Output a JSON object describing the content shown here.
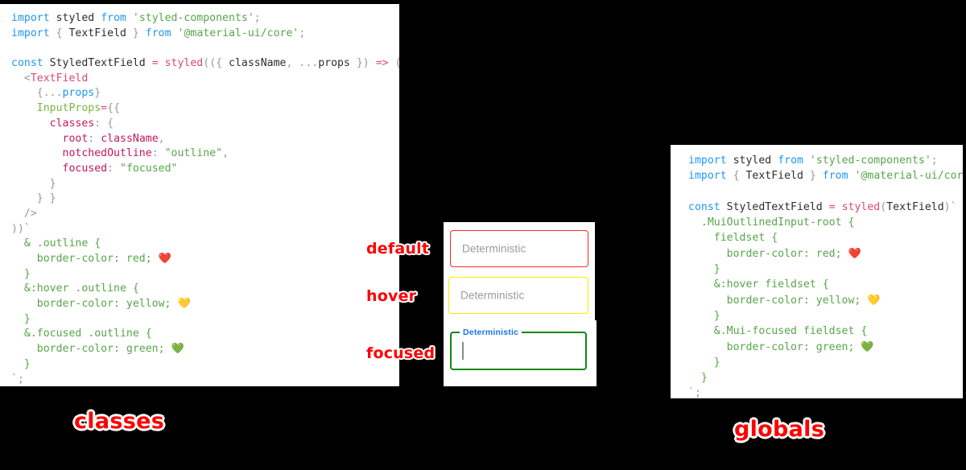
{
  "background_color": "#000000",
  "panels": {
    "left": {
      "name": "classes",
      "caption": "classes",
      "background": "#ffffff",
      "code_lines": [
        [
          {
            "t": "import",
            "c": "kw"
          },
          {
            "t": " ",
            "c": "punc"
          },
          {
            "t": "styled",
            "c": "id"
          },
          {
            "t": " ",
            "c": "punc"
          },
          {
            "t": "from",
            "c": "kw"
          },
          {
            "t": " ",
            "c": "punc"
          },
          {
            "t": "'styled-components'",
            "c": "str"
          },
          {
            "t": ";",
            "c": "punc"
          }
        ],
        [
          {
            "t": "import",
            "c": "kw"
          },
          {
            "t": " ",
            "c": "punc"
          },
          {
            "t": "{",
            "c": "punc"
          },
          {
            "t": " TextField ",
            "c": "id"
          },
          {
            "t": "}",
            "c": "punc"
          },
          {
            "t": " ",
            "c": "punc"
          },
          {
            "t": "from",
            "c": "kw"
          },
          {
            "t": " ",
            "c": "punc"
          },
          {
            "t": "'@material-ui/core'",
            "c": "str"
          },
          {
            "t": ";",
            "c": "punc"
          }
        ],
        [],
        [
          {
            "t": "const",
            "c": "kw"
          },
          {
            "t": " ",
            "c": "punc"
          },
          {
            "t": "StyledTextField",
            "c": "id"
          },
          {
            "t": " ",
            "c": "punc"
          },
          {
            "t": "=",
            "c": "op"
          },
          {
            "t": " ",
            "c": "punc"
          },
          {
            "t": "styled",
            "c": "fn"
          },
          {
            "t": "((",
            "c": "punc"
          },
          {
            "t": "{ ",
            "c": "punc"
          },
          {
            "t": "className",
            "c": "id"
          },
          {
            "t": ", ",
            "c": "punc"
          },
          {
            "t": "...",
            "c": "punc"
          },
          {
            "t": "props",
            "c": "id"
          },
          {
            "t": " }) ",
            "c": "punc"
          },
          {
            "t": "=>",
            "c": "op"
          },
          {
            "t": " (",
            "c": "punc"
          }
        ],
        [
          {
            "t": "  ",
            "c": "punc"
          },
          {
            "t": "<",
            "c": "punc"
          },
          {
            "t": "TextField",
            "c": "tag"
          }
        ],
        [
          {
            "t": "    ",
            "c": "punc"
          },
          {
            "t": "{",
            "c": "punc"
          },
          {
            "t": "...",
            "c": "punc"
          },
          {
            "t": "props",
            "c": "kw"
          },
          {
            "t": "}",
            "c": "punc"
          }
        ],
        [
          {
            "t": "    ",
            "c": "punc"
          },
          {
            "t": "InputProps",
            "c": "prop"
          },
          {
            "t": "=",
            "c": "op"
          },
          {
            "t": "{{",
            "c": "punc"
          }
        ],
        [
          {
            "t": "      ",
            "c": "punc"
          },
          {
            "t": "classes",
            "c": "key"
          },
          {
            "t": ": ",
            "c": "punc"
          },
          {
            "t": "{",
            "c": "punc"
          }
        ],
        [
          {
            "t": "        ",
            "c": "punc"
          },
          {
            "t": "root",
            "c": "key"
          },
          {
            "t": ": ",
            "c": "punc"
          },
          {
            "t": "className",
            "c": "key"
          },
          {
            "t": ",",
            "c": "punc"
          }
        ],
        [
          {
            "t": "        ",
            "c": "punc"
          },
          {
            "t": "notchedOutline",
            "c": "key"
          },
          {
            "t": ": ",
            "c": "punc"
          },
          {
            "t": "\"outline\"",
            "c": "str"
          },
          {
            "t": ",",
            "c": "punc"
          }
        ],
        [
          {
            "t": "        ",
            "c": "punc"
          },
          {
            "t": "focused",
            "c": "key"
          },
          {
            "t": ": ",
            "c": "punc"
          },
          {
            "t": "\"focused\"",
            "c": "str"
          }
        ],
        [
          {
            "t": "      }",
            "c": "punc"
          }
        ],
        [
          {
            "t": "    } }",
            "c": "punc"
          }
        ],
        [
          {
            "t": "  />",
            "c": "punc"
          }
        ],
        [
          {
            "t": "))",
            "c": "punc"
          },
          {
            "t": "`",
            "c": "tick"
          }
        ],
        [
          {
            "t": "  & .outline {",
            "c": "tmpl"
          }
        ],
        [
          {
            "t": "    border-color: red; ",
            "c": "tmpl"
          },
          {
            "t": "❤️",
            "c": "emoji"
          }
        ],
        [
          {
            "t": "  }",
            "c": "tmpl"
          }
        ],
        [
          {
            "t": "  &:hover .outline {",
            "c": "tmpl"
          }
        ],
        [
          {
            "t": "    border-color: yellow; ",
            "c": "tmpl"
          },
          {
            "t": "💛",
            "c": "emoji"
          }
        ],
        [
          {
            "t": "  }",
            "c": "tmpl"
          }
        ],
        [
          {
            "t": "  &.focused .outline {",
            "c": "tmpl"
          }
        ],
        [
          {
            "t": "    border-color: green; ",
            "c": "tmpl"
          },
          {
            "t": "💚",
            "c": "emoji"
          }
        ],
        [
          {
            "t": "  }",
            "c": "tmpl"
          }
        ],
        [
          {
            "t": "`",
            "c": "tick"
          },
          {
            "t": ";",
            "c": "punc"
          }
        ]
      ]
    },
    "right": {
      "name": "globals",
      "caption": "globals",
      "background": "#ffffff",
      "code_lines": [
        [
          {
            "t": "import",
            "c": "kw"
          },
          {
            "t": " ",
            "c": "punc"
          },
          {
            "t": "styled",
            "c": "id"
          },
          {
            "t": " ",
            "c": "punc"
          },
          {
            "t": "from",
            "c": "kw"
          },
          {
            "t": " ",
            "c": "punc"
          },
          {
            "t": "'styled-components'",
            "c": "str"
          },
          {
            "t": ";",
            "c": "punc"
          }
        ],
        [
          {
            "t": "import",
            "c": "kw"
          },
          {
            "t": " ",
            "c": "punc"
          },
          {
            "t": "{",
            "c": "punc"
          },
          {
            "t": " TextField ",
            "c": "id"
          },
          {
            "t": "}",
            "c": "punc"
          },
          {
            "t": " ",
            "c": "punc"
          },
          {
            "t": "from",
            "c": "kw"
          },
          {
            "t": " ",
            "c": "punc"
          },
          {
            "t": "'@material-ui/core'",
            "c": "str"
          },
          {
            "t": ";",
            "c": "punc"
          }
        ],
        [],
        [
          {
            "t": "const",
            "c": "kw"
          },
          {
            "t": " ",
            "c": "punc"
          },
          {
            "t": "StyledTextField",
            "c": "id"
          },
          {
            "t": " ",
            "c": "punc"
          },
          {
            "t": "=",
            "c": "op"
          },
          {
            "t": " ",
            "c": "punc"
          },
          {
            "t": "styled",
            "c": "fn"
          },
          {
            "t": "(",
            "c": "punc"
          },
          {
            "t": "TextField",
            "c": "id"
          },
          {
            "t": ")",
            "c": "punc"
          },
          {
            "t": "`",
            "c": "tick"
          }
        ],
        [
          {
            "t": "  .MuiOutlinedInput-root {",
            "c": "tmpl"
          }
        ],
        [
          {
            "t": "    fieldset {",
            "c": "tmpl"
          }
        ],
        [
          {
            "t": "      border-color: red; ",
            "c": "tmpl"
          },
          {
            "t": "❤️",
            "c": "emoji"
          }
        ],
        [
          {
            "t": "    }",
            "c": "tmpl"
          }
        ],
        [
          {
            "t": "    &:hover fieldset {",
            "c": "tmpl"
          }
        ],
        [
          {
            "t": "      border-color: yellow; ",
            "c": "tmpl"
          },
          {
            "t": "💛",
            "c": "emoji"
          }
        ],
        [
          {
            "t": "    }",
            "c": "tmpl"
          }
        ],
        [
          {
            "t": "    &.Mui-focused fieldset {",
            "c": "tmpl"
          }
        ],
        [
          {
            "t": "      border-color: green; ",
            "c": "tmpl"
          },
          {
            "t": "💚",
            "c": "emoji"
          }
        ],
        [
          {
            "t": "    }",
            "c": "tmpl"
          }
        ],
        [
          {
            "t": "  }",
            "c": "tmpl"
          }
        ],
        [
          {
            "t": "`",
            "c": "tick"
          },
          {
            "t": ";",
            "c": "punc"
          }
        ]
      ]
    }
  },
  "annotations": {
    "default": "default",
    "hover": "hover",
    "focused": "focused",
    "color": "#ff0000",
    "outline_color": "#ffffff"
  },
  "text_fields": [
    {
      "state": "default",
      "value": "",
      "placeholder": "Deterministic",
      "border_color": "#ff2a2a",
      "label_floating": false
    },
    {
      "state": "hover",
      "value": "",
      "placeholder": "Deterministic",
      "border_color": "#ffe600",
      "label_floating": false
    },
    {
      "state": "focused",
      "value": "",
      "floating_label": "Deterministic",
      "border_color": "#118811",
      "label_color": "#1a73e8",
      "label_floating": true,
      "caret_visible": true
    }
  ],
  "colors": {
    "keyword": "#2196f3",
    "string": "#57a64a",
    "function": "#e0457b",
    "object_key": "#c2185b",
    "jsx_prop": "#7cb342",
    "identifier": "#2d2d2d",
    "punctuation": "#999999",
    "accent_red": "#ff0000"
  }
}
